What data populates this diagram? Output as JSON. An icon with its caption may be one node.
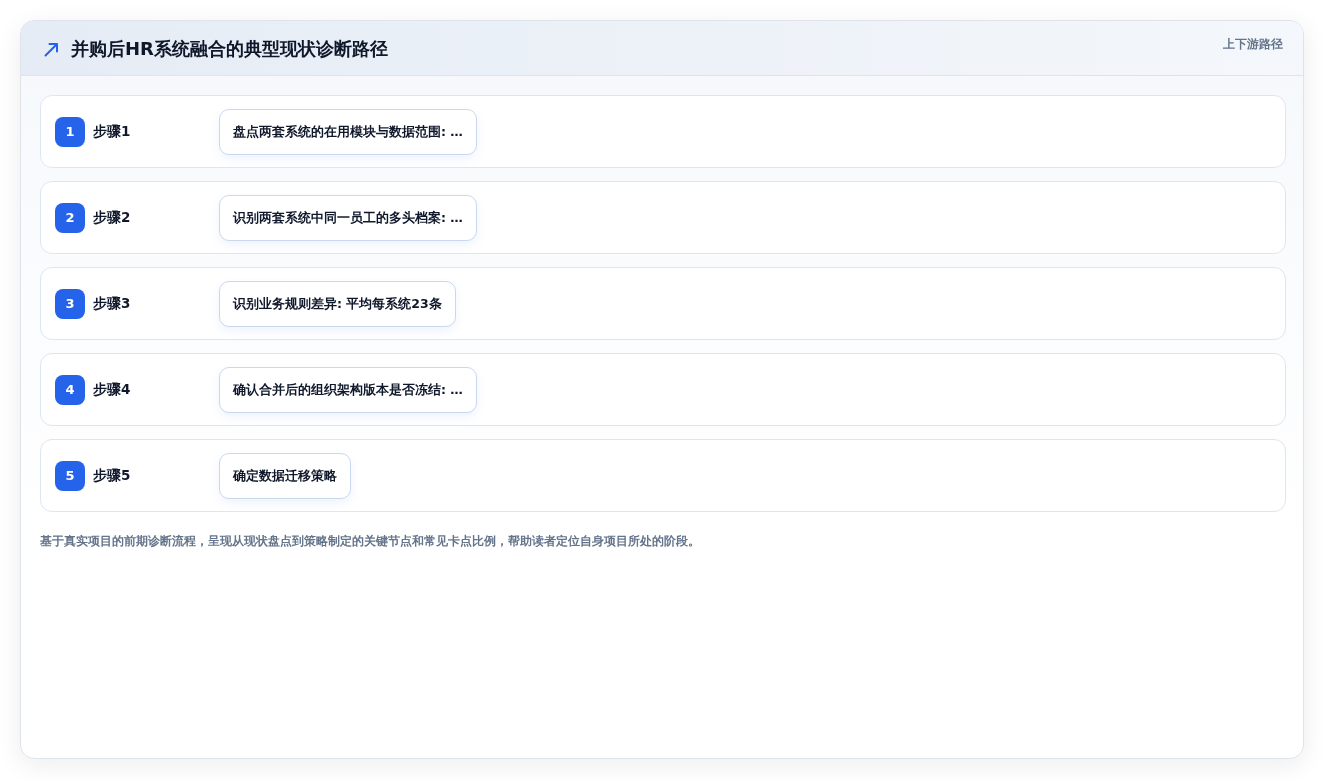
{
  "diagram": {
    "title": "并购后HR系统融合的典型现状诊断路径",
    "caption": "基于真实项目的前期诊断流程，呈现从现状盘点到策略制定的关键节点和常见卡点比例，帮助读者定位自身项目所处的阶段。",
    "nodes": [
      {
        "text": [
          "步骤1"
        ]
      },
      {
        "text": [
          "1"
        ],
        "in": 0
      },
      {
        "text": [
          "盘点两套系统的在用模块与数据范围: …"
        ],
        "in": 0
      },
      {
        "text": [
          "步骤2"
        ]
      },
      {
        "text": [
          "2"
        ],
        "in": 3
      },
      {
        "text": [
          "识别两套系统中同一员工的多头档案: …"
        ],
        "in": 3
      },
      {
        "text": [
          "步骤3"
        ]
      },
      {
        "text": [
          "3"
        ],
        "in": 6
      },
      {
        "text": [
          "识别业务规则差异: 平均每系统23条"
        ],
        "in": 6
      },
      {
        "text": [
          "步骤4"
        ]
      },
      {
        "text": [
          "4"
        ],
        "in": 9
      },
      {
        "text": [
          "确认合并后的组织架构版本是否冻结: …"
        ],
        "in": 9
      },
      {
        "text": [
          "步骤5"
        ]
      },
      {
        "text": [
          "5"
        ],
        "in": 12
      },
      {
        "text": [
          "确定数据迁移策略"
        ],
        "in": 12
      }
    ],
    "labels": [
      "上下游路径"
    ]
  }
}
